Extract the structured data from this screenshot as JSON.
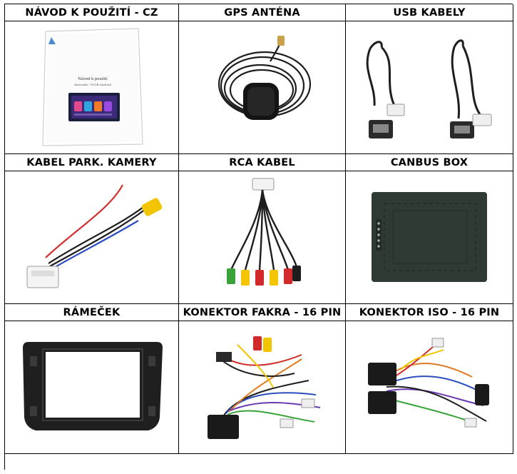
{
  "items": [
    {
      "label": "NÁVOD K POUŽITÍ - CZ",
      "icon": "manual-booklet-icon",
      "doc_title": "Návod k použití",
      "doc_subtitle": "Autorádio 7010B Android"
    },
    {
      "label": "GPS ANTÉNA",
      "icon": "gps-antenna-icon"
    },
    {
      "label": "USB KABELY",
      "icon": "usb-cables-icon"
    },
    {
      "label": "KABEL PARK. KAMERY",
      "icon": "parking-camera-cable-icon"
    },
    {
      "label": "RCA KABEL",
      "icon": "rca-cable-icon"
    },
    {
      "label": "CANBUS BOX",
      "icon": "canbus-box-icon"
    },
    {
      "label": "RÁMEČEK",
      "icon": "frame-bezel-icon"
    },
    {
      "label": "KONEKTOR FAKRA - 16 PIN",
      "icon": "fakra-connector-icon"
    },
    {
      "label": "KONEKTOR ISO - 16 PIN",
      "icon": "iso-connector-icon"
    }
  ],
  "colors": {
    "border": "#000000",
    "text": "#000000",
    "cable": "#222222",
    "box": "#2f3a34",
    "rca_yellow": "#f2c500",
    "rca_red": "#d22a2a",
    "rca_green": "#3aa23a"
  }
}
